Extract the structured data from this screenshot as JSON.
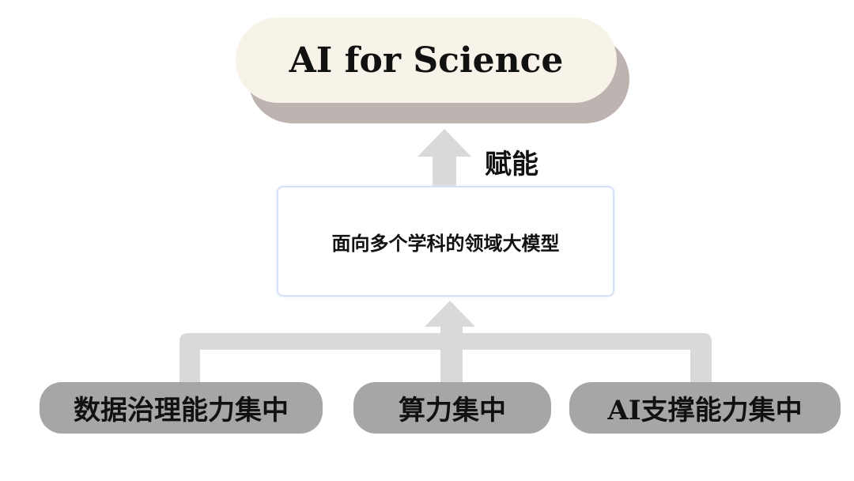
{
  "top": {
    "title": "AI for Science"
  },
  "arrow_label": "赋能",
  "middle": {
    "text": "面向多个学科的领域大模型"
  },
  "sources": [
    {
      "text": "数据治理能力集中"
    },
    {
      "text": "算力集中"
    },
    {
      "text": "AI支撑能力集中"
    }
  ],
  "colors": {
    "pill_fill": "#f7f3e8",
    "pill_shadow": "#bdb3b0",
    "arrow": "#d9d9d9",
    "source_fill": "#a6a6a6",
    "middle_border": "#d3e2f6"
  }
}
